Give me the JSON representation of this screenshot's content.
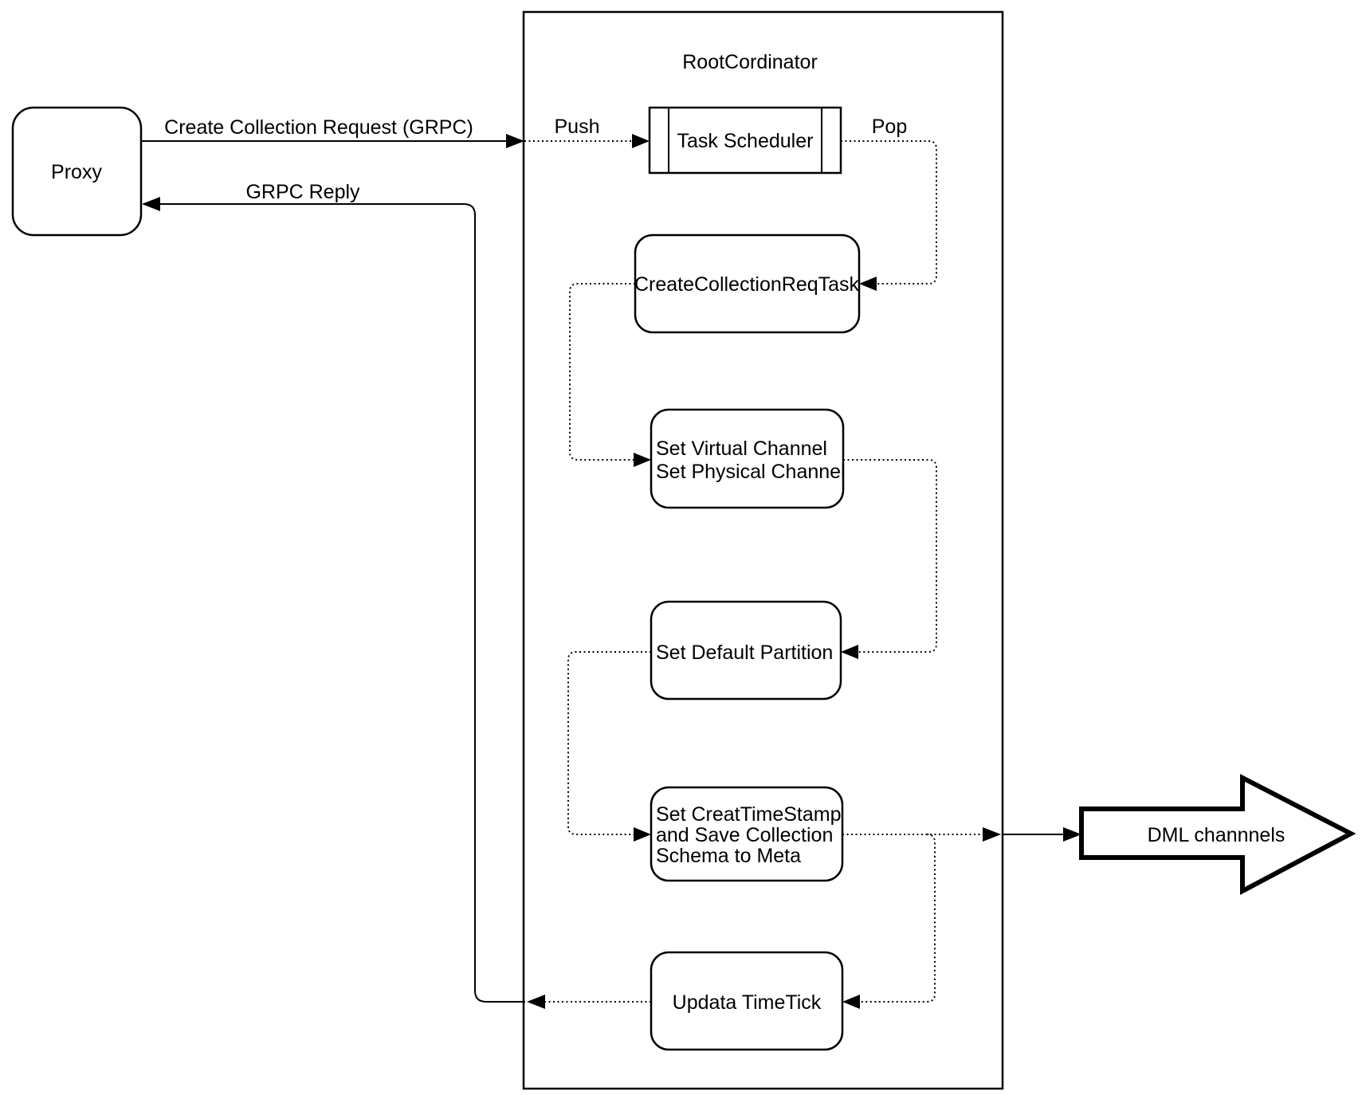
{
  "diagram": {
    "colors": {
      "stroke": "#000000",
      "background": "#ffffff"
    },
    "nodes": {
      "proxy": "Proxy",
      "container_title": "RootCordinator",
      "task_scheduler": "Task Scheduler",
      "create_collection_req_task": "CreateCollectionReqTask",
      "set_virtual_channel": {
        "line1": "Set Virtual Channel",
        "line2": "Set Physical Channel"
      },
      "set_default_partition": "Set Default Partition",
      "set_creat_timestamp": {
        "line1": "Set CreatTimeStamp",
        "line2": "and Save Collection",
        "line3": "Schema to Meta"
      },
      "updata_timetick": "Updata TimeTick",
      "dml_channels": "DML channnels"
    },
    "edges": {
      "request": "Create Collection Request (GRPC)",
      "reply": "GRPC Reply",
      "push": "Push",
      "pop": "Pop"
    }
  }
}
